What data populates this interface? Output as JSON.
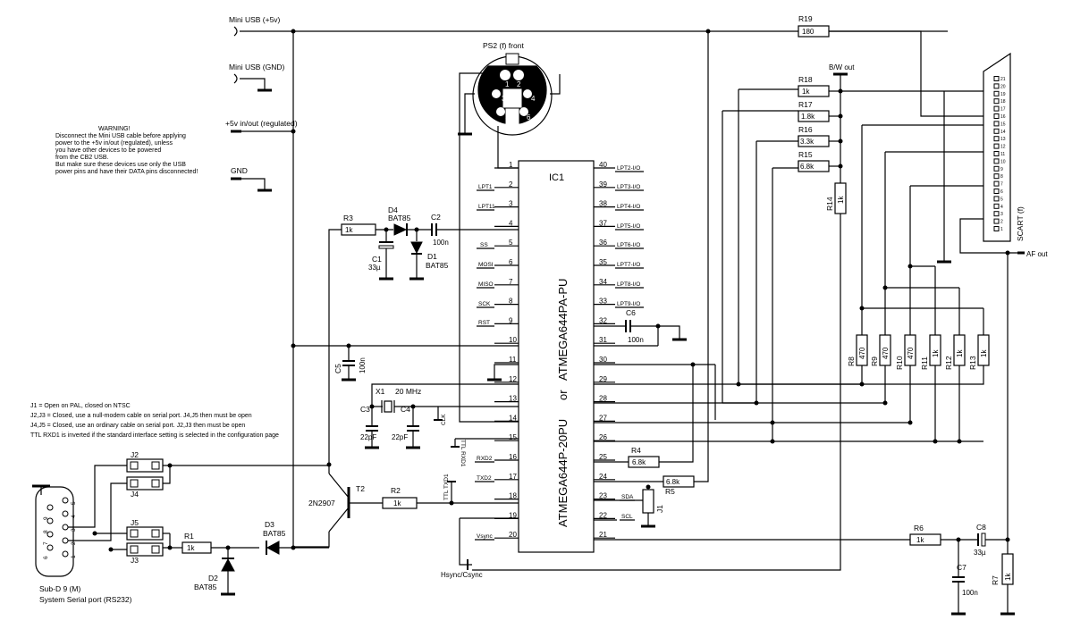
{
  "connectors": {
    "mini_usb_5v": "Mini USB (+5v)",
    "mini_usb_gnd": "Mini USB (GND)",
    "vin_reg": "+5v in/out (regulated)",
    "gnd": "GND",
    "ps2": "PS2 (f) front",
    "bw_out": "B/W out",
    "scart": "SCART (f)",
    "af_out": "AF out",
    "subd_name": "Sub-D 9 (M)",
    "subd_desc": "System Serial port (RS232)",
    "hsync": "Hsync/Csync"
  },
  "warning": [
    "WARNING!",
    "Disconnect the Mini USB cable before applying",
    "power to the +5v in/out (regulated), unless",
    "you have other devices to be powered",
    "from the CB2 USB.",
    "But make sure these devices use only the USB",
    "power pins and have their DATA pins disconnected!"
  ],
  "jumper_notes": [
    "J1 = Open on PAL, closed on NTSC",
    "J2,J3 = Closed, use a null-modem cable on serial port. J4,J5 then must be open",
    "J4,J5 = Closed, use an ordinary cable on serial port. J2,J3 then must be open",
    "TTL RXD1 is inverted if the standard interface setting is selected in the configuration page"
  ],
  "ic": {
    "name": "IC1",
    "part1": "ATMEGA644PA-PU",
    "or": "or",
    "part2": "ATMEGA644P-20PU",
    "left_pins": [
      "1",
      "2",
      "3",
      "4",
      "5",
      "6",
      "7",
      "8",
      "9",
      "10",
      "11",
      "12",
      "13",
      "14",
      "15",
      "16",
      "17",
      "18",
      "19",
      "20"
    ],
    "right_pins": [
      "40",
      "39",
      "38",
      "37",
      "36",
      "35",
      "34",
      "33",
      "32",
      "31",
      "30",
      "29",
      "28",
      "27",
      "26",
      "25",
      "24",
      "23",
      "22",
      "21"
    ],
    "left_signals": [
      "LPT1",
      "LPT11",
      "SS",
      "MOSI",
      "MISO",
      "SCK",
      "RST",
      "RXD2",
      "TXD2",
      "Vsync",
      "CLK"
    ],
    "right_signals": [
      "LPT2-I/O",
      "LPT3-I/O",
      "LPT4-I/O",
      "LPT5-I/O",
      "LPT6-I/O",
      "LPT7-I/O",
      "LPT8-I/O",
      "LPT9-I/O",
      "SDA",
      "SCL"
    ]
  },
  "ps2_pins": [
    "1",
    "2",
    "3",
    "4",
    "5",
    "6"
  ],
  "scart_pins": [
    "21",
    "20",
    "19",
    "18",
    "17",
    "16",
    "15",
    "14",
    "13",
    "12",
    "11",
    "10",
    "9",
    "8",
    "7",
    "6",
    "5",
    "4",
    "3",
    "2",
    "1"
  ],
  "parts": {
    "R1": {
      "name": "R1",
      "value": "1k"
    },
    "R2": {
      "name": "R2",
      "value": "1k"
    },
    "R3": {
      "name": "R3",
      "value": "1k"
    },
    "R4": {
      "name": "R4",
      "value": "6.8k"
    },
    "R5": {
      "name": "R5",
      "value": "6.8k"
    },
    "R6": {
      "name": "R6",
      "value": "1k"
    },
    "R7": {
      "name": "R7",
      "value": "1k"
    },
    "R8": {
      "name": "R8",
      "value": "470"
    },
    "R9": {
      "name": "R9",
      "value": "470"
    },
    "R10": {
      "name": "R10",
      "value": "470"
    },
    "R11": {
      "name": "R11",
      "value": "1k"
    },
    "R12": {
      "name": "R12",
      "value": "1k"
    },
    "R13": {
      "name": "R13",
      "value": "1k"
    },
    "R14": {
      "name": "R14",
      "value": "1k"
    },
    "R15": {
      "name": "R15",
      "value": "6.8k"
    },
    "R16": {
      "name": "R16",
      "value": "3.3k"
    },
    "R17": {
      "name": "R17",
      "value": "1.8k"
    },
    "R18": {
      "name": "R18",
      "value": "1k"
    },
    "R19": {
      "name": "R19",
      "value": "180"
    },
    "C1": {
      "name": "C1",
      "value": "33µ"
    },
    "C2": {
      "name": "C2",
      "value": "100n"
    },
    "C3": {
      "name": "C3",
      "value": "22pF"
    },
    "C4": {
      "name": "C4",
      "value": "22pF"
    },
    "C5": {
      "name": "C5",
      "value": "100n"
    },
    "C6": {
      "name": "C6",
      "value": "100n"
    },
    "C7": {
      "name": "C7",
      "value": "100n"
    },
    "C8": {
      "name": "C8",
      "value": "33µ"
    },
    "D1": {
      "name": "D1",
      "value": "BAT85"
    },
    "D2": {
      "name": "D2",
      "value": "BAT85"
    },
    "D3": {
      "name": "D3",
      "value": "BAT85"
    },
    "D4": {
      "name": "D4",
      "value": "BAT85"
    },
    "T2": {
      "name": "T2",
      "value": "2N2907"
    },
    "X1": {
      "name": "X1",
      "value": "20 MHz"
    },
    "J1": {
      "name": "J1"
    },
    "J2": {
      "name": "J2"
    },
    "J3": {
      "name": "J3"
    },
    "J4": {
      "name": "J4"
    },
    "J5": {
      "name": "J5"
    }
  },
  "serial_labels": {
    "ttl_rxd1": "TTL RXD1",
    "ttl_txd1": "TTL TXD1"
  },
  "subd_pins": [
    "9",
    "8",
    "7",
    "6",
    "5",
    "4",
    "3",
    "2",
    "1"
  ]
}
